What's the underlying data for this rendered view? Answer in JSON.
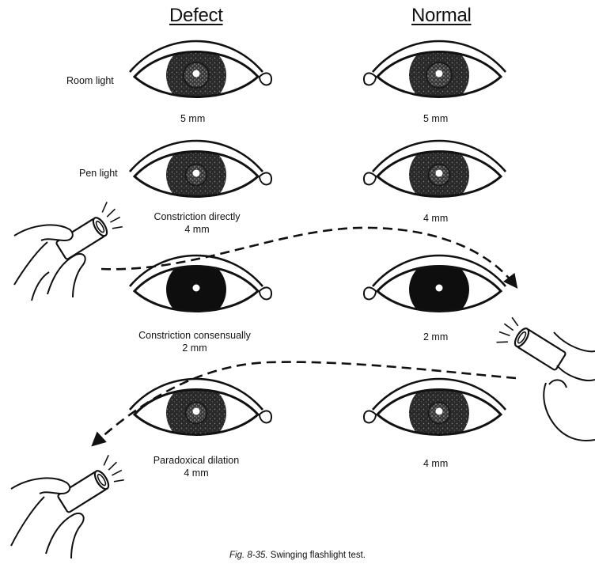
{
  "headings": {
    "defect": "Defect",
    "normal": "Normal"
  },
  "rows": {
    "room_light": {
      "label": "Room light",
      "defect_mm": "5 mm",
      "normal_mm": "5 mm"
    },
    "pen_light": {
      "label": "Pen light",
      "defect_line1": "Constriction directly",
      "defect_line2": "4 mm",
      "normal_mm": "4 mm"
    },
    "consensual": {
      "defect_line1": "Constriction consensually",
      "defect_line2": "2 mm",
      "normal_mm": "2 mm"
    },
    "paradoxical": {
      "defect_line1": "Paradoxical dilation",
      "defect_line2": "4 mm",
      "normal_mm": "4 mm"
    }
  },
  "pupil_sizes_mm": {
    "defect": [
      5,
      4,
      2,
      4
    ],
    "normal": [
      5,
      4,
      2,
      4
    ]
  },
  "caption": {
    "fig_label": "Fig. 8-35.",
    "text": "Swinging flashlight test."
  },
  "icons": [
    "eye-icon",
    "flashlight-icon",
    "hand-icon",
    "dashed-arrow-icon"
  ],
  "colors": {
    "ink": "#111111",
    "background": "#ffffff"
  }
}
